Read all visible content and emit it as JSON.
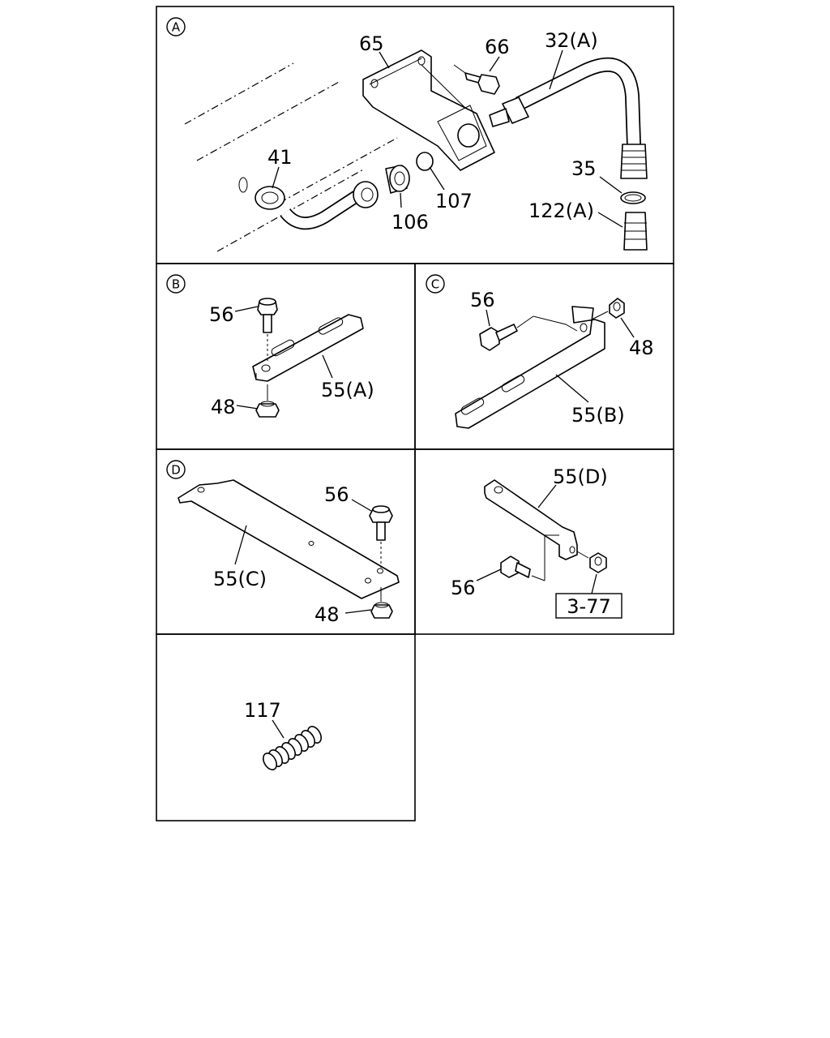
{
  "panels": {
    "A": {
      "letter": "A",
      "labels": {
        "p65": "65",
        "p66": "66",
        "p32": "32(A)",
        "p41": "41",
        "p35": "35",
        "p106": "106",
        "p107": "107",
        "p122": "122(A)"
      }
    },
    "B": {
      "letter": "B",
      "labels": {
        "p56": "56",
        "p55": "55(A)",
        "p48": "48"
      }
    },
    "C": {
      "letter": "C",
      "labels": {
        "p56": "56",
        "p48": "48",
        "p55": "55(B)"
      }
    },
    "D": {
      "letter": "D",
      "labels": {
        "p56": "56",
        "p55": "55(C)",
        "p48": "48"
      }
    },
    "E": {
      "labels": {
        "p55": "55(D)",
        "p56": "56",
        "ref": "3-77"
      }
    },
    "F": {
      "labels": {
        "p117": "117"
      }
    }
  }
}
